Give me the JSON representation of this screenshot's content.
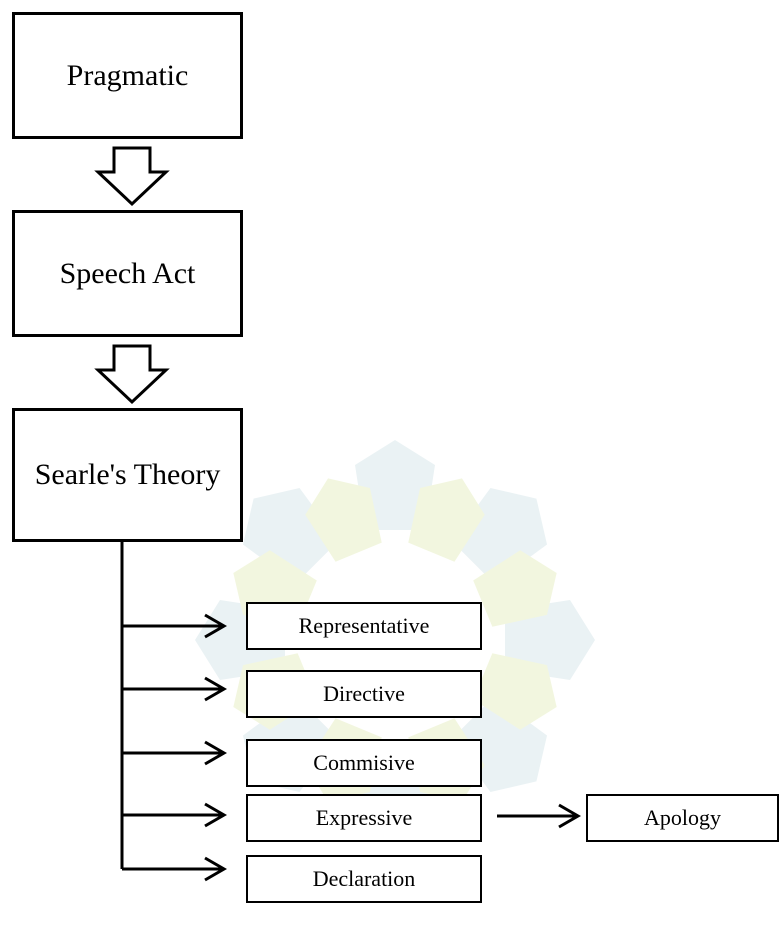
{
  "diagram": {
    "levels": [
      {
        "label": "Pragmatic"
      },
      {
        "label": "Speech Act"
      },
      {
        "label": "Searle's Theory"
      }
    ],
    "categories": [
      {
        "label": "Representative"
      },
      {
        "label": "Directive"
      },
      {
        "label": "Commisive"
      },
      {
        "label": "Expressive"
      },
      {
        "label": "Declaration"
      }
    ],
    "sub_node": {
      "label": "Apology"
    }
  },
  "colors": {
    "stroke": "#000000",
    "watermark_green": "#eef4d6",
    "watermark_teal": "#e7f0f2"
  }
}
